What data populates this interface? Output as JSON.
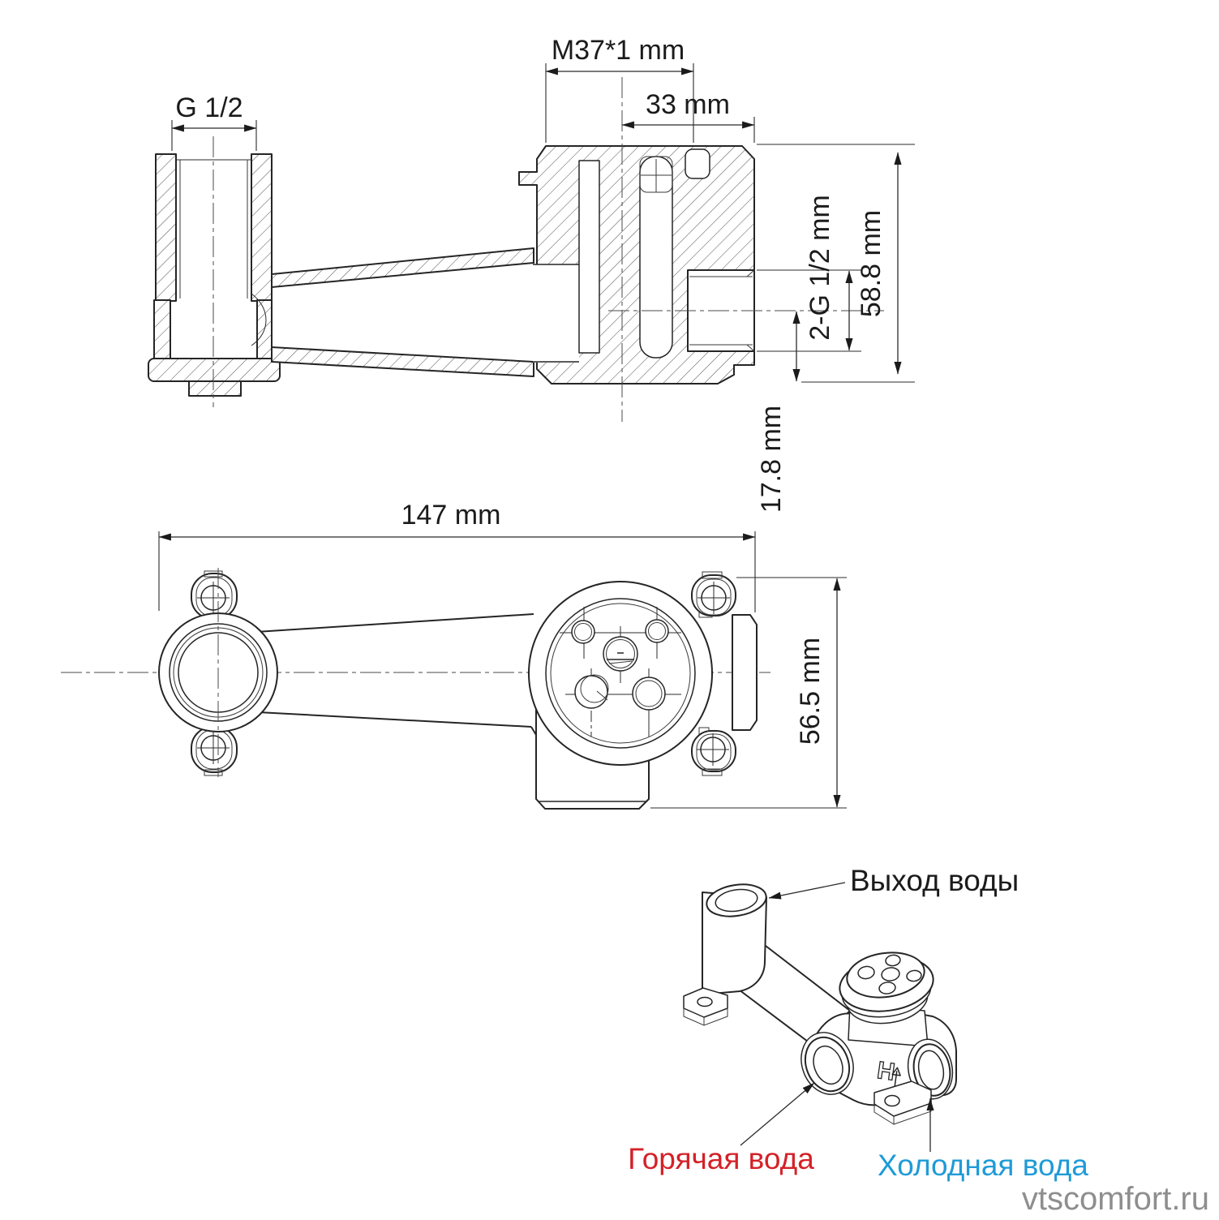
{
  "section_view": {
    "dim_spout_thread": "M37*1 mm",
    "dim_inlet_thread": "G 1/2",
    "dim_offset": "33 mm",
    "dim_total_height": "58.8 mm",
    "dim_port_thread": "2-G 1/2 mm",
    "dim_port_height": "17.8 mm"
  },
  "plan_view": {
    "dim_length": "147 mm",
    "dim_height": "56.5 mm"
  },
  "iso_view": {
    "label_water_outlet": "Выход воды",
    "label_hot_water": "Горячая вода",
    "label_cold_water": "Холодная вода",
    "body_mark": "H"
  },
  "colors": {
    "line": "#252525",
    "hot_label": "#d42127",
    "cold_label": "#1f9bd7",
    "watermark": "#8e8e8e"
  },
  "watermark": "vtscomfort.ru"
}
